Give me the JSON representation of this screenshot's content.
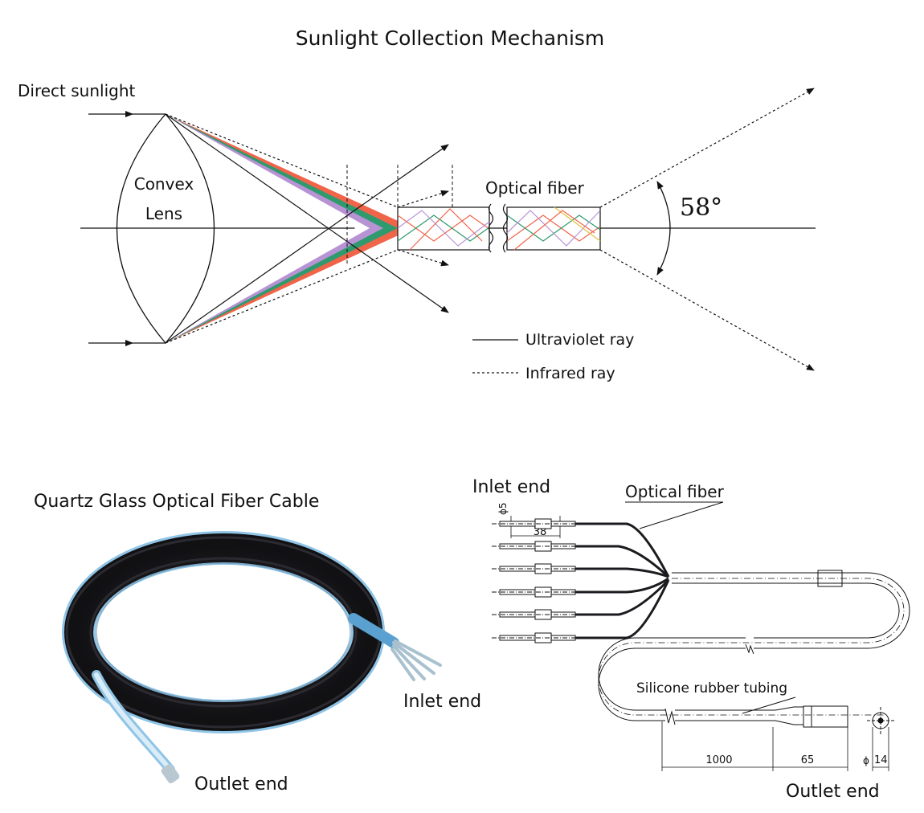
{
  "top": {
    "title": "Sunlight Collection Mechanism",
    "direct_sunlight": "Direct sunlight",
    "lens_line1": "Convex",
    "lens_line2": "Lens",
    "optical_fiber": "Optical fiber",
    "angle": "58°",
    "legend_uv": "Ultraviolet ray",
    "legend_ir": "Infrared ray"
  },
  "photo": {
    "title": "Quartz Glass Optical Fiber Cable",
    "inlet": "Inlet end",
    "outlet": "Outlet end"
  },
  "drawing": {
    "inlet": "Inlet end",
    "optical_fiber": "Optical fiber",
    "dia5": "ϕ5",
    "dim38": "38",
    "silicone": "Silicone rubber tubing",
    "dim1000": "1000",
    "dim65": "65",
    "phi": "ϕ",
    "dim14": "14",
    "outlet": "Outlet end"
  },
  "colors": {
    "red": "#f0644a",
    "green": "#2e9a6e",
    "violet": "#b793d4",
    "yellow": "#e0c23c",
    "cable": "#1b1b1f",
    "cable_edge": "#8fc4e6"
  }
}
